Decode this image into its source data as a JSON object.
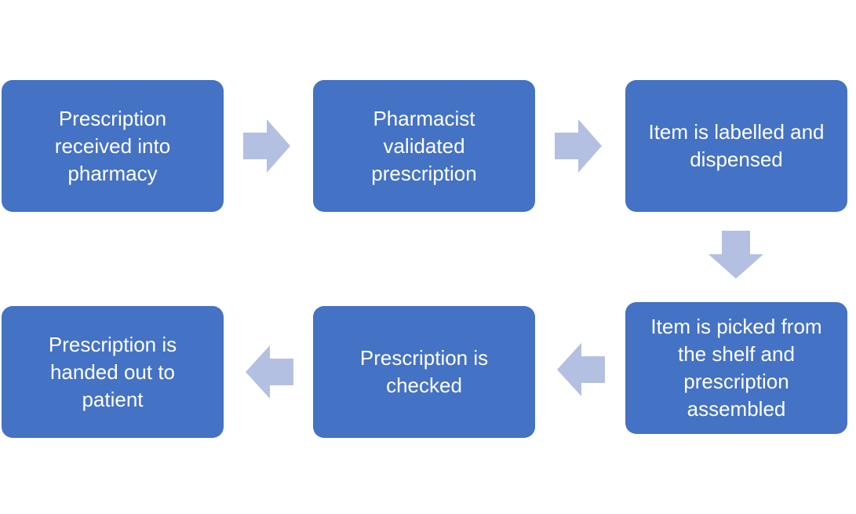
{
  "diagram": {
    "colors": {
      "node_fill": "#4472c4",
      "node_text": "#ffffff",
      "arrow_fill": "#b4c0e2"
    },
    "nodes": [
      {
        "id": "received",
        "label": "Prescription\nreceived into\npharmacy"
      },
      {
        "id": "validated",
        "label": "Pharmacist\nvalidated\nprescription"
      },
      {
        "id": "labelled",
        "label": "Item is labelled and\ndispensed"
      },
      {
        "id": "picked",
        "label": "Item is picked from\nthe shelf and\nprescription\nassembled"
      },
      {
        "id": "checked",
        "label": "Prescription is\nchecked"
      },
      {
        "id": "handed-out",
        "label": "Prescription is\nhanded out to\npatient"
      }
    ],
    "arrows": [
      {
        "from": "received",
        "to": "validated",
        "direction": "right"
      },
      {
        "from": "validated",
        "to": "labelled",
        "direction": "right"
      },
      {
        "from": "labelled",
        "to": "picked",
        "direction": "down"
      },
      {
        "from": "picked",
        "to": "checked",
        "direction": "left"
      },
      {
        "from": "checked",
        "to": "handed-out",
        "direction": "left"
      }
    ]
  }
}
